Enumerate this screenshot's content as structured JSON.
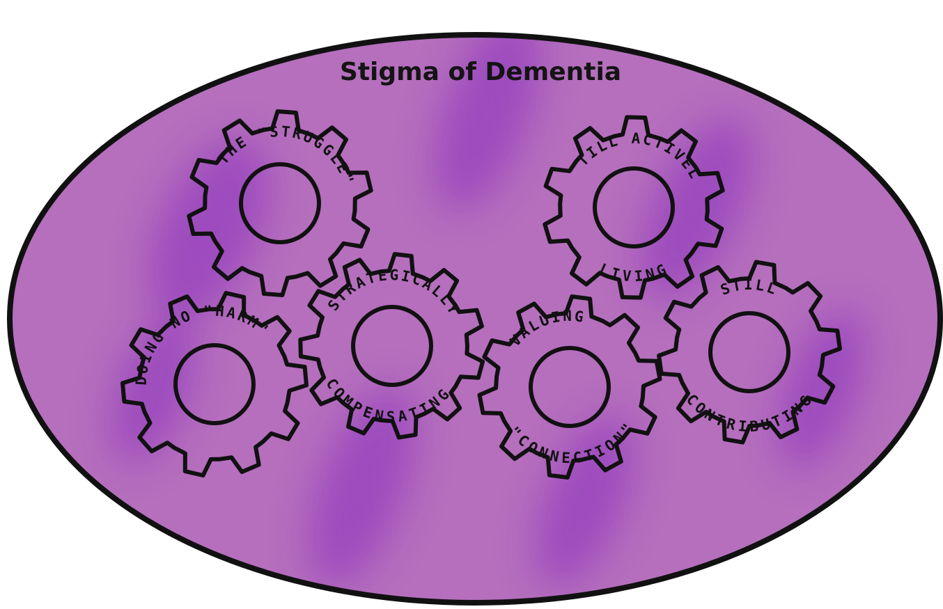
{
  "title": "Stigma of Dementia",
  "colors": {
    "oval_fill": "#b56fbd",
    "oval_dark": "#8f35b8",
    "outline": "#111111",
    "background": "#ffffff"
  },
  "gears": [
    {
      "id": "the-struggle",
      "arc_top": "THE \"STRUGGLE\"",
      "arc_bottom": ""
    },
    {
      "id": "still-actively-living",
      "arc_top": "STILL ACTIVELY",
      "arc_bottom": "LIVING"
    },
    {
      "id": "doing-no-harm",
      "arc_top": "DOING NO \"HARM\"",
      "arc_bottom": ""
    },
    {
      "id": "strategically-compensating",
      "arc_top": "STRATEGICALLY",
      "arc_bottom": "COMPENSATING"
    },
    {
      "id": "valuing-connection",
      "arc_top": "VALUING",
      "arc_bottom": "\"CONNECTION\""
    },
    {
      "id": "still-contributing",
      "arc_top": "STILL",
      "arc_bottom": "CONTRIBUTING"
    }
  ]
}
